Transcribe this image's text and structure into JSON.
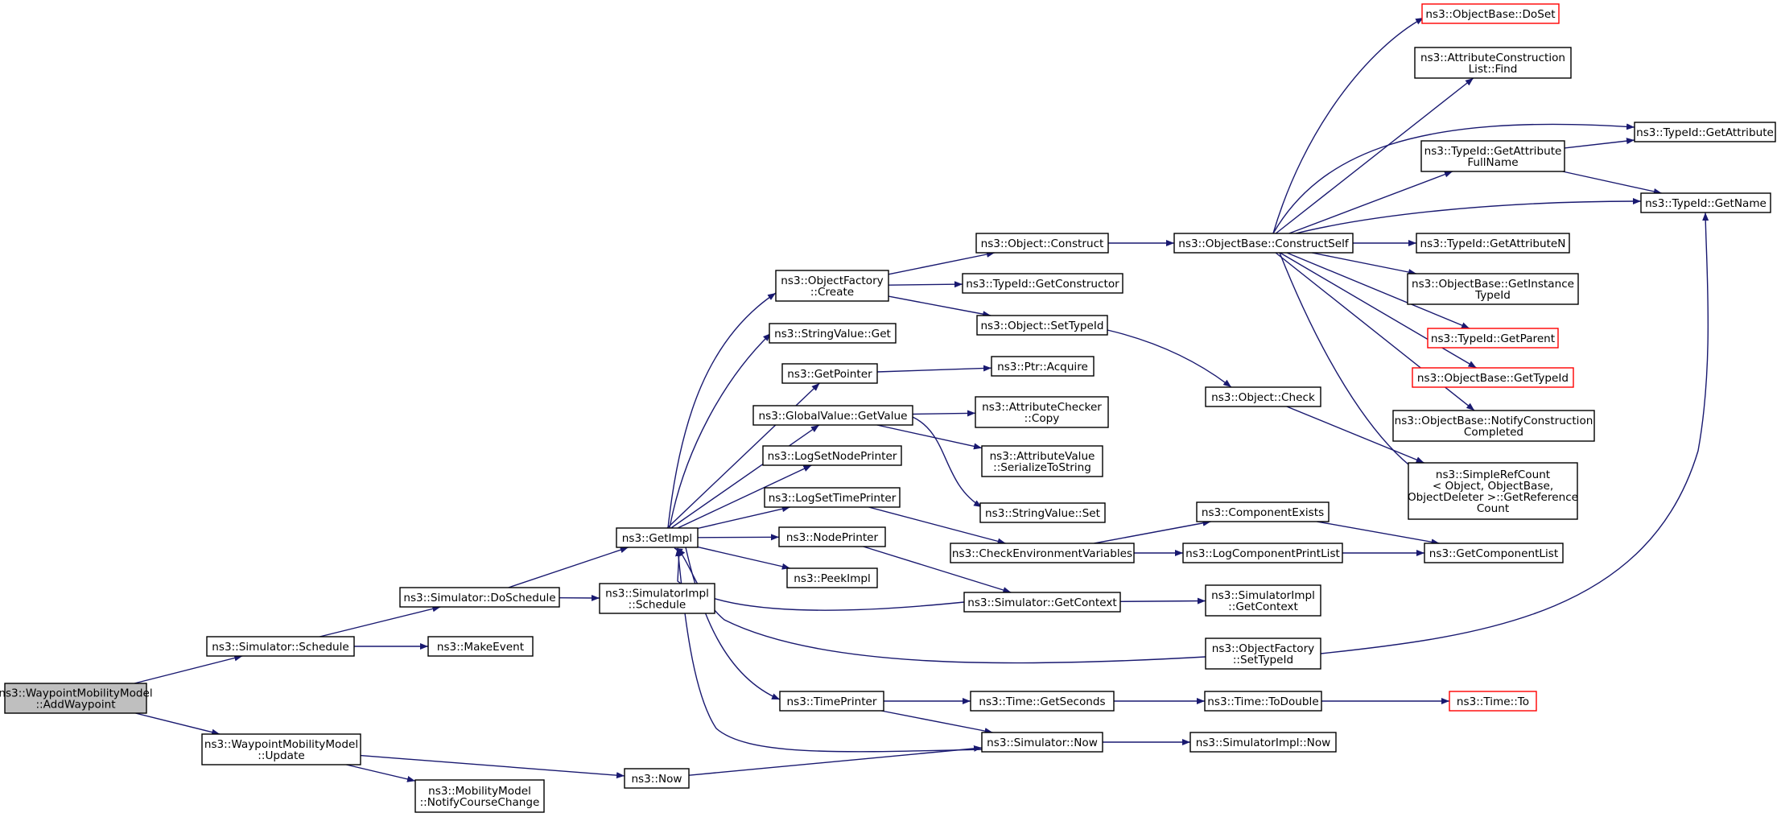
{
  "colors": {
    "edge": "#191970",
    "root_fill": "#bfbfbf",
    "external_border": "#ff0000",
    "node_border": "#000000",
    "background": "#ffffff"
  },
  "nodes": {
    "root": [
      "ns3::WaypointMobilityModel",
      "::AddWaypoint"
    ],
    "sim_schedule": [
      "ns3::Simulator::Schedule"
    ],
    "wmm_update": [
      "ns3::WaypointMobilityModel",
      "::Update"
    ],
    "sim_doschedule": [
      "ns3::Simulator::DoSchedule"
    ],
    "make_event": [
      "ns3::MakeEvent"
    ],
    "now": [
      "ns3::Now"
    ],
    "notify_course": [
      "ns3::MobilityModel",
      "::NotifyCourseChange"
    ],
    "get_impl": [
      "ns3::GetImpl"
    ],
    "simimpl_schedule": [
      "ns3::SimulatorImpl",
      "::Schedule"
    ],
    "of_create": [
      "ns3::ObjectFactory",
      "::Create"
    ],
    "sv_get": [
      "ns3::StringValue::Get"
    ],
    "get_pointer": [
      "ns3::GetPointer"
    ],
    "gv_getvalue": [
      "ns3::GlobalValue::GetValue"
    ],
    "log_nodeprinter": [
      "ns3::LogSetNodePrinter"
    ],
    "log_timeprinter": [
      "ns3::LogSetTimePrinter"
    ],
    "node_printer": [
      "ns3::NodePrinter"
    ],
    "peek_impl": [
      "ns3::PeekImpl"
    ],
    "time_printer": [
      "ns3::TimePrinter"
    ],
    "obj_construct": [
      "ns3::Object::Construct"
    ],
    "tid_getconstructor": [
      "ns3::TypeId::GetConstructor"
    ],
    "obj_settypeid": [
      "ns3::Object::SetTypeId"
    ],
    "ptr_acquire": [
      "ns3::Ptr::Acquire"
    ],
    "ac_copy": [
      "ns3::AttributeChecker",
      "::Copy"
    ],
    "av_serialize": [
      "ns3::AttributeValue",
      "::SerializeToString"
    ],
    "sv_set": [
      "ns3::StringValue::Set"
    ],
    "check_env": [
      "ns3::CheckEnvironmentVariables"
    ],
    "sim_getcontext": [
      "ns3::Simulator::GetContext"
    ],
    "time_getseconds": [
      "ns3::Time::GetSeconds"
    ],
    "sim_now": [
      "ns3::Simulator::Now"
    ],
    "ob_constructself": [
      "ns3::ObjectBase::ConstructSelf"
    ],
    "obj_check": [
      "ns3::Object::Check"
    ],
    "comp_exists": [
      "ns3::ComponentExists"
    ],
    "log_comp_printlist": [
      "ns3::LogComponentPrintList"
    ],
    "simimpl_getcontext": [
      "ns3::SimulatorImpl",
      "::GetContext"
    ],
    "of_settypeid": [
      "ns3::ObjectFactory",
      "::SetTypeId"
    ],
    "time_todouble": [
      "ns3::Time::ToDouble"
    ],
    "simimpl_now": [
      "ns3::SimulatorImpl::Now"
    ],
    "ob_doset": [
      "ns3::ObjectBase::DoSet"
    ],
    "acl_find": [
      "ns3::AttributeConstruction",
      "List::Find"
    ],
    "tid_getattrfullname": [
      "ns3::TypeId::GetAttribute",
      "FullName"
    ],
    "tid_getattribute": [
      "ns3::TypeId::GetAttribute"
    ],
    "tid_getname": [
      "ns3::TypeId::GetName"
    ],
    "tid_getattributen": [
      "ns3::TypeId::GetAttributeN"
    ],
    "ob_getinstancetypeid": [
      "ns3::ObjectBase::GetInstance",
      "TypeId"
    ],
    "tid_getparent": [
      "ns3::TypeId::GetParent"
    ],
    "ob_gettypeid": [
      "ns3::ObjectBase::GetTypeId"
    ],
    "ob_notify": [
      "ns3::ObjectBase::NotifyConstruction",
      "Completed"
    ],
    "simple_refcount": [
      "ns3::SimpleRefCount",
      "< Object, ObjectBase,",
      " ObjectDeleter >::GetReference",
      "Count"
    ],
    "get_comp_list": [
      "ns3::GetComponentList"
    ],
    "time_to": [
      "ns3::Time::To"
    ]
  },
  "external_nodes": [
    "ob_doset",
    "tid_getparent",
    "ob_gettypeid",
    "time_to"
  ],
  "edges": [
    [
      "root",
      "sim_schedule"
    ],
    [
      "root",
      "wmm_update"
    ],
    [
      "sim_schedule",
      "sim_doschedule"
    ],
    [
      "sim_schedule",
      "make_event"
    ],
    [
      "wmm_update",
      "now"
    ],
    [
      "wmm_update",
      "notify_course"
    ],
    [
      "sim_doschedule",
      "get_impl"
    ],
    [
      "sim_doschedule",
      "simimpl_schedule"
    ],
    [
      "now",
      "sim_now"
    ],
    [
      "get_impl",
      "of_create"
    ],
    [
      "get_impl",
      "sv_get"
    ],
    [
      "get_impl",
      "get_pointer"
    ],
    [
      "get_impl",
      "gv_getvalue"
    ],
    [
      "get_impl",
      "log_nodeprinter"
    ],
    [
      "get_impl",
      "log_timeprinter"
    ],
    [
      "get_impl",
      "node_printer"
    ],
    [
      "get_impl",
      "peek_impl"
    ],
    [
      "get_impl",
      "time_printer"
    ],
    [
      "of_create",
      "obj_construct"
    ],
    [
      "of_create",
      "tid_getconstructor"
    ],
    [
      "of_create",
      "obj_settypeid"
    ],
    [
      "get_pointer",
      "ptr_acquire"
    ],
    [
      "gv_getvalue",
      "ac_copy"
    ],
    [
      "gv_getvalue",
      "av_serialize"
    ],
    [
      "gv_getvalue",
      "sv_set"
    ],
    [
      "log_timeprinter",
      "check_env"
    ],
    [
      "node_printer",
      "sim_getcontext"
    ],
    [
      "time_printer",
      "time_getseconds"
    ],
    [
      "time_printer",
      "sim_now"
    ],
    [
      "obj_construct",
      "ob_constructself"
    ],
    [
      "obj_settypeid",
      "obj_check"
    ],
    [
      "check_env",
      "comp_exists"
    ],
    [
      "check_env",
      "log_comp_printlist"
    ],
    [
      "sim_getcontext",
      "get_impl"
    ],
    [
      "sim_getcontext",
      "simimpl_getcontext"
    ],
    [
      "time_getseconds",
      "time_todouble"
    ],
    [
      "sim_now",
      "get_impl"
    ],
    [
      "sim_now",
      "simimpl_now"
    ],
    [
      "of_settypeid",
      "get_impl"
    ],
    [
      "of_settypeid",
      "tid_getname"
    ],
    [
      "ob_constructself",
      "ob_doset"
    ],
    [
      "ob_constructself",
      "acl_find"
    ],
    [
      "ob_constructself",
      "tid_getattrfullname"
    ],
    [
      "ob_constructself",
      "tid_getattribute"
    ],
    [
      "ob_constructself",
      "tid_getname"
    ],
    [
      "ob_constructself",
      "tid_getattributen"
    ],
    [
      "ob_constructself",
      "ob_getinstancetypeid"
    ],
    [
      "ob_constructself",
      "tid_getparent"
    ],
    [
      "ob_constructself",
      "ob_gettypeid"
    ],
    [
      "ob_constructself",
      "ob_notify"
    ],
    [
      "ob_constructself",
      "simple_refcount"
    ],
    [
      "tid_getattrfullname",
      "tid_getattribute"
    ],
    [
      "tid_getattrfullname",
      "tid_getname"
    ],
    [
      "obj_check",
      "simple_refcount"
    ],
    [
      "comp_exists",
      "get_comp_list"
    ],
    [
      "log_comp_printlist",
      "get_comp_list"
    ],
    [
      "time_todouble",
      "time_to"
    ]
  ]
}
